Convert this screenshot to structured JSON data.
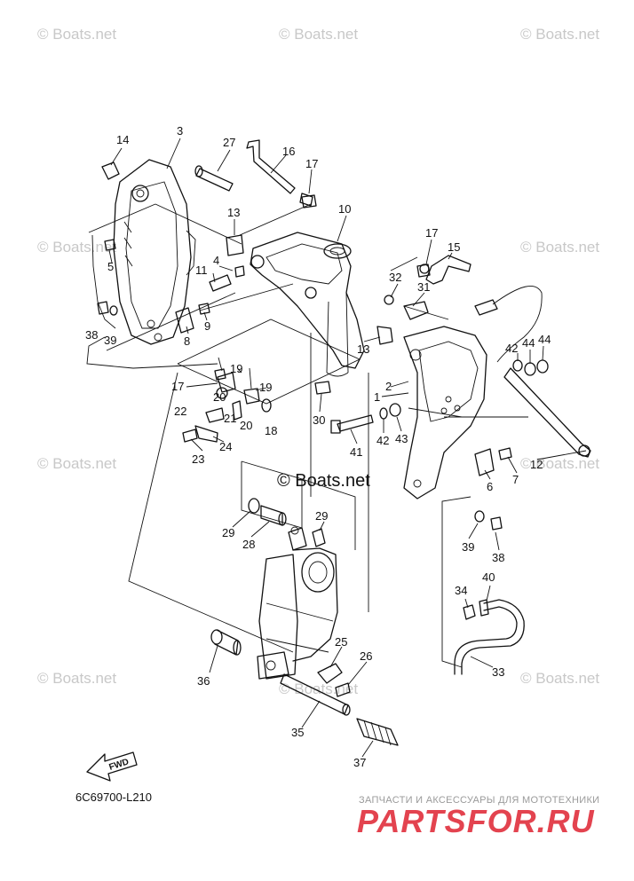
{
  "diagram": {
    "watermark_text": "© Boats.net",
    "center_watermark": "© Boats.net",
    "diagram_code": "6C69700-L210",
    "fwd_label": "FWD",
    "callouts": {
      "c1": "1",
      "c2": "2",
      "c3": "3",
      "c4": "4",
      "c5": "5",
      "c6": "6",
      "c7": "7",
      "c8": "8",
      "c9": "9",
      "c10": "10",
      "c11": "11",
      "c12": "12",
      "c13a": "13",
      "c13b": "13",
      "c14": "14",
      "c15": "15",
      "c16": "16",
      "c17a": "17",
      "c17b": "17",
      "c17c": "17",
      "c18": "18",
      "c19a": "19",
      "c19b": "19",
      "c20a": "20",
      "c20b": "20",
      "c21": "21",
      "c22": "22",
      "c23": "23",
      "c24": "24",
      "c25": "25",
      "c26": "26",
      "c27": "27",
      "c28": "28",
      "c29a": "29",
      "c29b": "29",
      "c30": "30",
      "c31": "31",
      "c32": "32",
      "c33": "33",
      "c34": "34",
      "c35": "35",
      "c36": "36",
      "c37": "37",
      "c38a": "38",
      "c38b": "38",
      "c39a": "39",
      "c39b": "39",
      "c40": "40",
      "c41": "41",
      "c42a": "42",
      "c42b": "42",
      "c43": "43",
      "c44a": "44",
      "c44b": "44"
    }
  },
  "branding": {
    "tagline": "ЗАПЧАСТИ И АКСЕССУАРЫ ДЛЯ МОТОТЕХНИКИ",
    "logo_text": "PARTSFOR.RU",
    "logo_color": "#e3434f"
  }
}
